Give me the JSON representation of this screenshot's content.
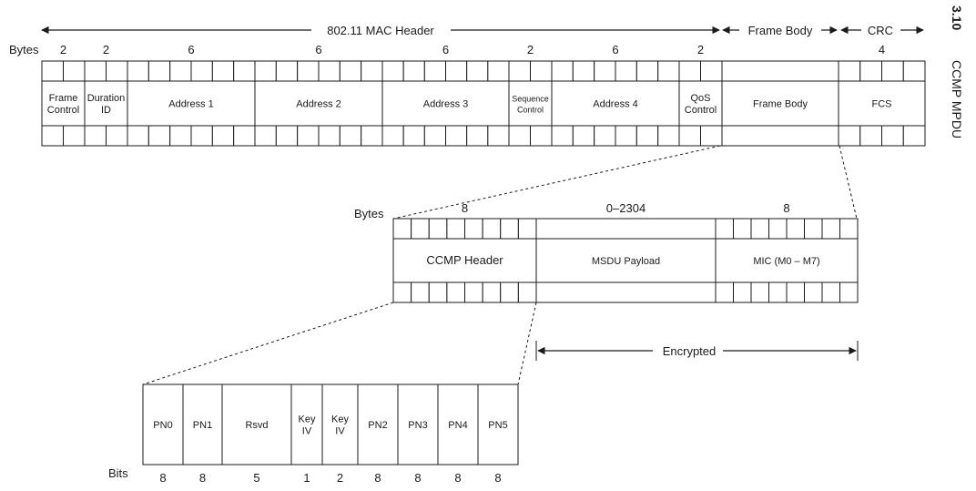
{
  "top_frame": {
    "bytes_label": "Bytes",
    "header_span_label": "802.11 MAC Header",
    "body_span_label": "Frame Body",
    "crc_span_label": "CRC",
    "fields": [
      {
        "bytes": "2",
        "label": [
          "Frame",
          "Control"
        ],
        "size": "md"
      },
      {
        "bytes": "2",
        "label": [
          "Duration",
          "ID"
        ],
        "size": "md"
      },
      {
        "bytes": "6",
        "label": [
          "Address 1"
        ],
        "size": "md"
      },
      {
        "bytes": "6",
        "label": [
          "Address 2"
        ],
        "size": "md"
      },
      {
        "bytes": "6",
        "label": [
          "Address 3"
        ],
        "size": "md"
      },
      {
        "bytes": "2",
        "label": [
          "Sequence",
          "Control"
        ],
        "size": "xs"
      },
      {
        "bytes": "6",
        "label": [
          "Address 4"
        ],
        "size": "md"
      },
      {
        "bytes": "2",
        "label": [
          "QoS",
          "Control"
        ],
        "size": "md"
      },
      {
        "bytes": "",
        "label": [
          "Frame Body"
        ],
        "size": "md"
      },
      {
        "bytes": "4",
        "label": [
          "FCS"
        ],
        "size": "md"
      }
    ]
  },
  "middle_frame": {
    "bytes_label": "Bytes",
    "fields": [
      {
        "bytes": "8",
        "label": "CCMP Header"
      },
      {
        "bytes": "0–2304",
        "label": "MSDU Payload"
      },
      {
        "bytes": "8",
        "label": "MIC (M0 – M7)"
      }
    ],
    "encrypted_label": "Encrypted"
  },
  "bottom_frame": {
    "bits_label": "Bits",
    "fields": [
      {
        "bits": "8",
        "label": [
          "PN0"
        ]
      },
      {
        "bits": "8",
        "label": [
          "PN1"
        ]
      },
      {
        "bits": "5",
        "label": [
          "Rsvd"
        ]
      },
      {
        "bits": "1",
        "label": [
          "Key",
          "IV"
        ]
      },
      {
        "bits": "2",
        "label": [
          "Key",
          "IV"
        ]
      },
      {
        "bits": "8",
        "label": [
          "PN2"
        ]
      },
      {
        "bits": "8",
        "label": [
          "PN3"
        ]
      },
      {
        "bits": "8",
        "label": [
          "PN4"
        ]
      },
      {
        "bits": "8",
        "label": [
          "PN5"
        ]
      }
    ]
  },
  "side_caption": {
    "number": "3.10",
    "title": "CCMP MPDU"
  }
}
